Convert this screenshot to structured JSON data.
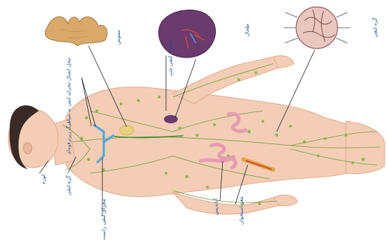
{
  "labels": {
    "thymus": "تیموس",
    "spleen": "طحال",
    "lymph_node": "گره لنفی",
    "tonsil": "لوزه",
    "lymph_node_left": "گره لنفی",
    "right_lymph_duct": "مجرای لنفی راست",
    "thoracic_duct_entry": "محل اتصال مجرای لنفی به سیاهرگ زیرترقوه‌ای",
    "left_lymph_duct": "مجرای لنفی چپ",
    "appendix": "آپاندیس",
    "bone_marrow": "مغز استخوان"
  },
  "colors": {
    "label_text": "#1f4e8c",
    "lymph_vessel": "#6e9a3a",
    "node": "#8fb34d",
    "skin": "#f3cdb6",
    "skin_shadow": "#e2a98c",
    "spleen": "#6b3b6e",
    "thymus": "#d9a96a",
    "duct": "#4aa7d6",
    "intestine": "#e59bb0"
  }
}
